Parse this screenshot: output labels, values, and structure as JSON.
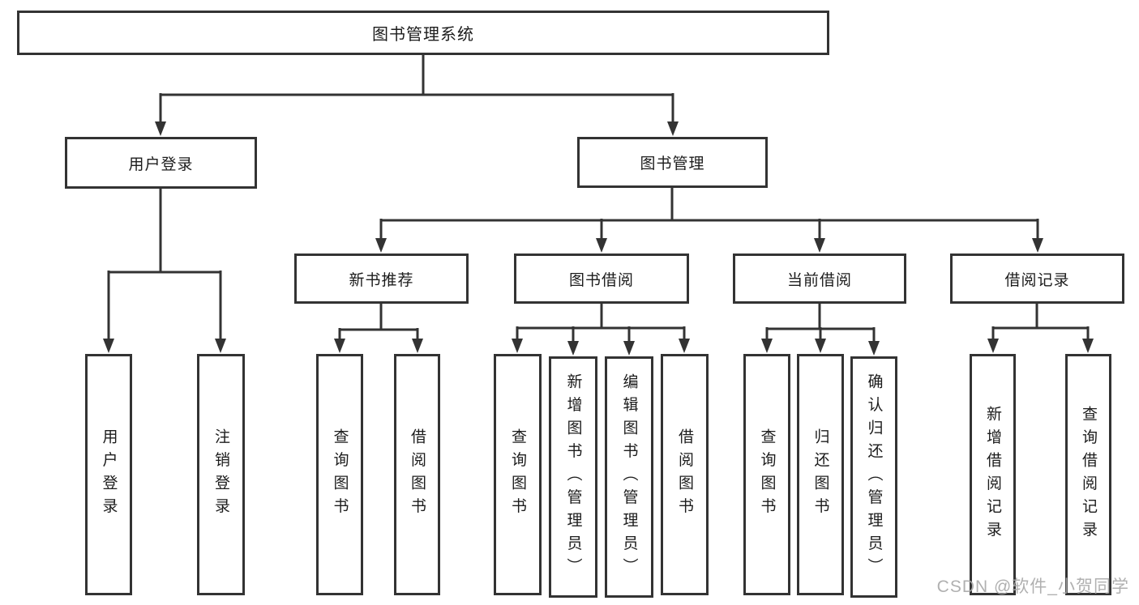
{
  "page": {
    "background": "#ffffff"
  },
  "colors": {
    "line": "#333333",
    "node_border": "#333333",
    "text": "#1c1c1c",
    "watermark": "#a8a8a8"
  },
  "watermark": {
    "text": "CSDN @软件_小贺同学"
  },
  "nodes": {
    "root": {
      "label": "图书管理系统"
    },
    "user_login": {
      "label": "用户登录",
      "children": {
        "login": {
          "label": "用户登录"
        },
        "logout": {
          "label": "注销登录"
        }
      }
    },
    "book_management": {
      "label": "图书管理",
      "children": {
        "new_book_recommend": {
          "label": "新书推荐",
          "children": {
            "query_books": {
              "label": "查询图书"
            },
            "borrow_books": {
              "label": "借阅图书"
            }
          }
        },
        "book_borrow": {
          "label": "图书借阅",
          "children": {
            "query_books": {
              "label": "查询图书"
            },
            "add_books": {
              "label": "新增图书（管理员）"
            },
            "edit_books": {
              "label": "编辑图书（管理员）"
            },
            "borrow_books": {
              "label": "借阅图书"
            }
          }
        },
        "current_borrow": {
          "label": "当前借阅",
          "children": {
            "query_books": {
              "label": "查询图书"
            },
            "return_books": {
              "label": "归还图书"
            },
            "confirm_return": {
              "label": "确认归还（管理员）"
            }
          }
        },
        "borrow_records": {
          "label": "借阅记录",
          "children": {
            "add_record": {
              "label": "新增借阅记录"
            },
            "query_record": {
              "label": "查询借阅记录"
            }
          }
        }
      }
    }
  }
}
